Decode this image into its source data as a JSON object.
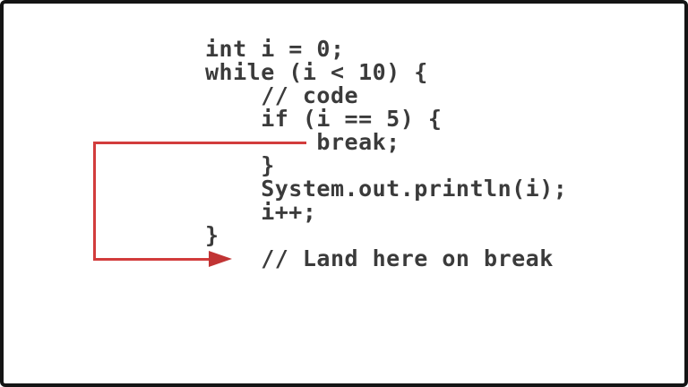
{
  "frame": {
    "border_color": "#141414",
    "background_color": "#ffffff"
  },
  "code": {
    "text_color": "#3b3b3b",
    "lines": [
      "int i = 0;",
      "while (i < 10) {",
      "    // code",
      "    if (i == 5) {",
      "        break;",
      "    }",
      "    System.out.println(i);",
      "    i++;",
      "}",
      "    // Land here on break"
    ]
  },
  "arrow": {
    "icon": "break-flow-arrow-icon",
    "color": "#d23c3c",
    "head_color": "#c13434",
    "from_line": "        break;",
    "to_line": "    // Land here on break"
  }
}
